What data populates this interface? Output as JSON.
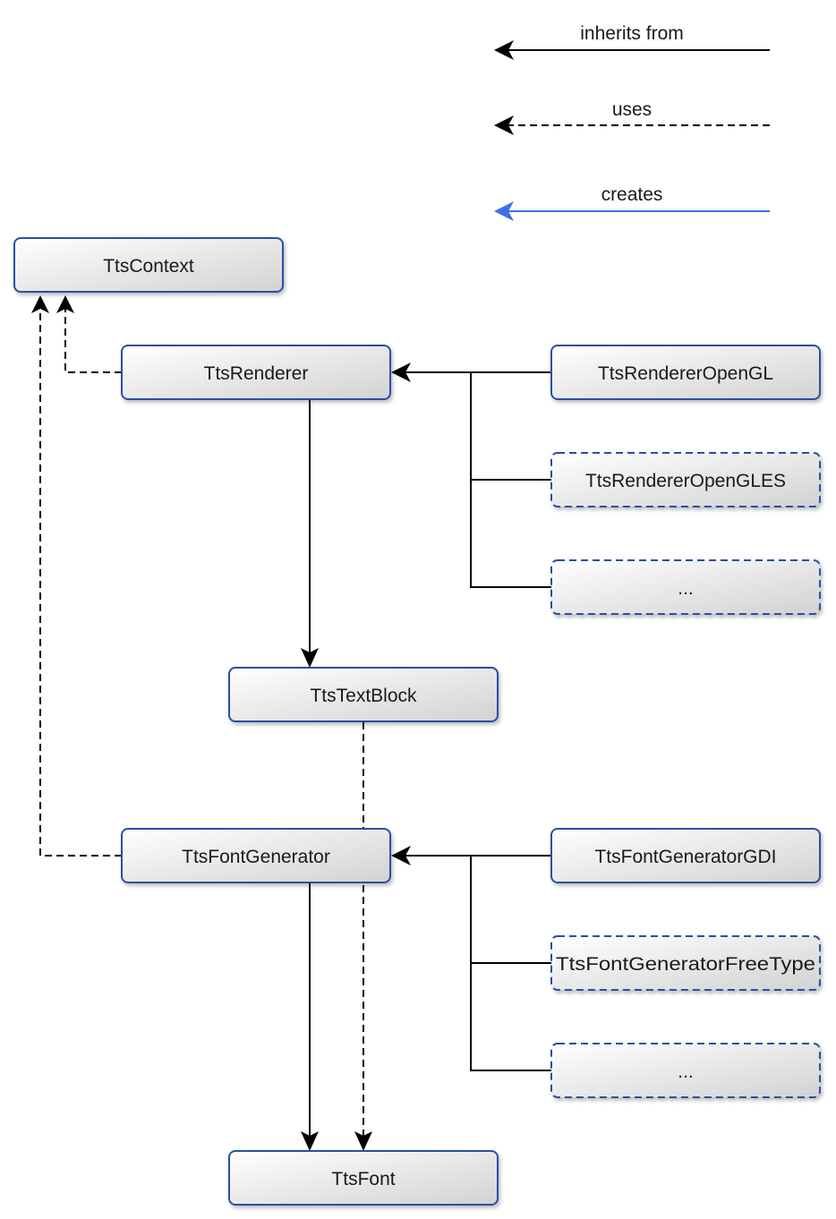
{
  "legend": {
    "inherits_from": "inherits from",
    "uses": "uses",
    "creates": "creates"
  },
  "colors": {
    "box_border": "#2a4fa3",
    "box_fill_light": "#ffffff",
    "box_fill_dark": "#d4d4d4",
    "line": "#000000",
    "creates_line": "#3d6fe6"
  },
  "nodes": {
    "tts_context": "TtsContext",
    "tts_renderer": "TtsRenderer",
    "tts_renderer_opengl": "TtsRendererOpenGL",
    "tts_renderer_opengles": "TtsRendererOpenGLES",
    "renderer_more": "...",
    "tts_text_block": "TtsTextBlock",
    "tts_font_generator": "TtsFontGenerator",
    "tts_font_generator_gdi": "TtsFontGeneratorGDI",
    "tts_font_generator_freetype": "TtsFontGeneratorFreeType",
    "font_generator_more": "...",
    "tts_font": "TtsFont"
  }
}
